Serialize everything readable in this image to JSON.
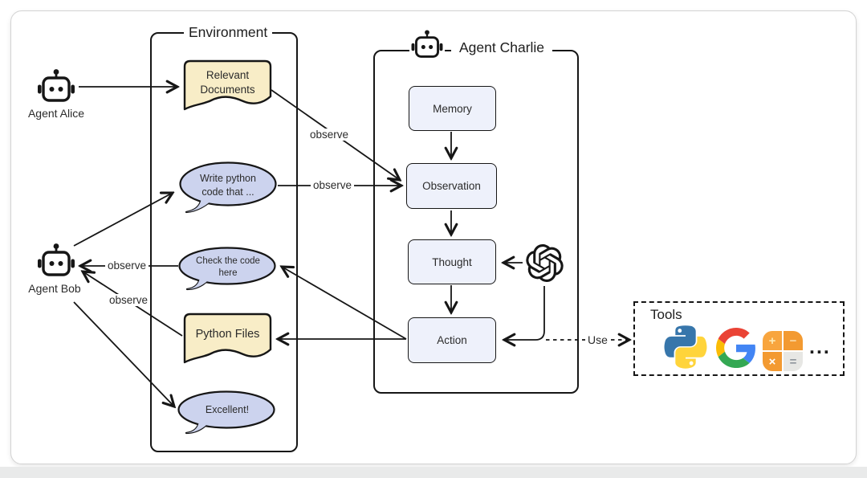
{
  "environment": {
    "title": "Environment"
  },
  "agents": {
    "alice": "Agent Alice",
    "bob": "Agent Bob",
    "charlie": "Agent Charlie"
  },
  "pipeline": {
    "memory": "Memory",
    "observation": "Observation",
    "thought": "Thought",
    "action": "Action"
  },
  "artifacts": {
    "relevant_documents": {
      "line1": "Relevant",
      "line2": "Documents"
    },
    "python_files": "Python Files"
  },
  "messages": {
    "write_python": {
      "line1": "Write python",
      "line2": "code that ..."
    },
    "check_code": {
      "line1": "Check the code",
      "line2": "here"
    },
    "excellent": "Excellent!"
  },
  "edge_labels": {
    "observe": "observe",
    "use": "Use"
  },
  "tools": {
    "title": "Tools",
    "ellipsis": "...",
    "icons": [
      "python-logo",
      "google-logo",
      "calculator-icon"
    ]
  },
  "colors": {
    "document_fill": "#f8edc7",
    "bubble_fill": "#ccd3ee",
    "process_fill": "#eef1fb",
    "stroke": "#161616"
  }
}
